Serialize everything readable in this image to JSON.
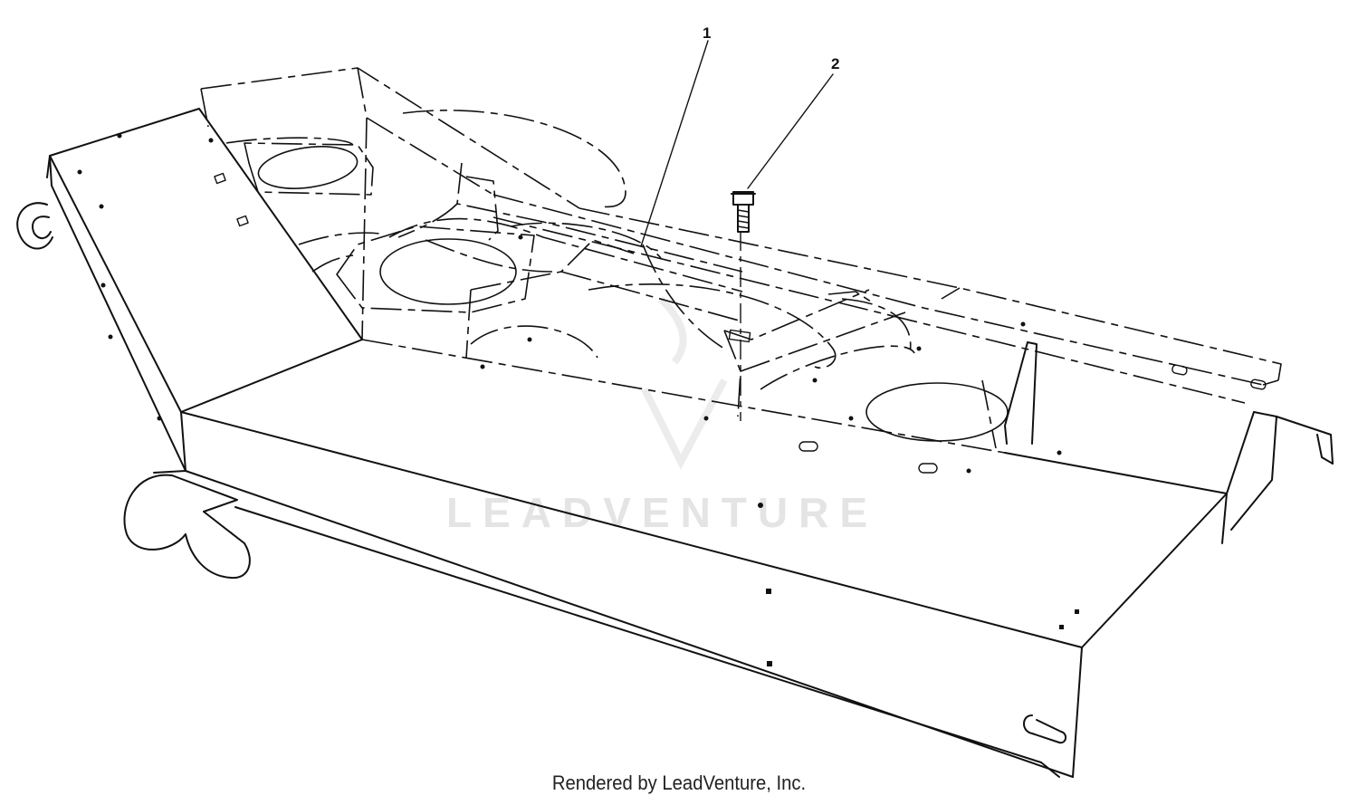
{
  "diagram": {
    "callouts": [
      {
        "id": "1",
        "label": "1"
      },
      {
        "id": "2",
        "label": "2"
      }
    ],
    "watermark": "LEADVENTURE",
    "footer": "Rendered by LeadVenture, Inc."
  }
}
